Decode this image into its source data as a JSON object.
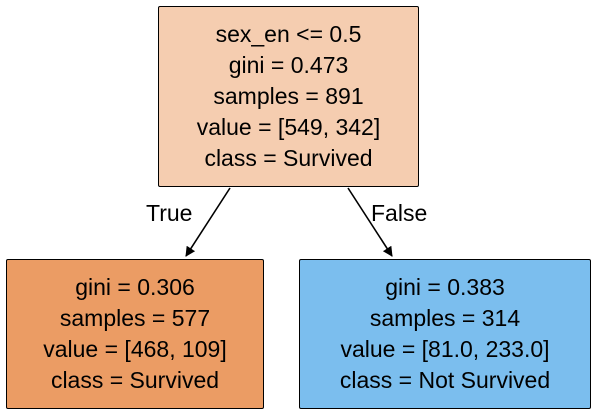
{
  "colors": {
    "root_fill": "#f5cdb0",
    "left_fill": "#eb9c64",
    "right_fill": "#7bbeee",
    "border": "#000000",
    "edge": "#000000"
  },
  "nodes": {
    "root": {
      "split": "sex_en <= 0.5",
      "gini": "gini = 0.473",
      "samples": "samples = 891",
      "value": "value = [549, 342]",
      "class": "class = Survived"
    },
    "left": {
      "gini": "gini = 0.306",
      "samples": "samples = 577",
      "value": "value = [468, 109]",
      "class": "class = Survived"
    },
    "right": {
      "gini": "gini = 0.383",
      "samples": "samples = 314",
      "value": "value = [81.0, 233.0]",
      "class": "class = Not Survived"
    }
  },
  "edges": {
    "true_label": "True",
    "false_label": "False"
  }
}
